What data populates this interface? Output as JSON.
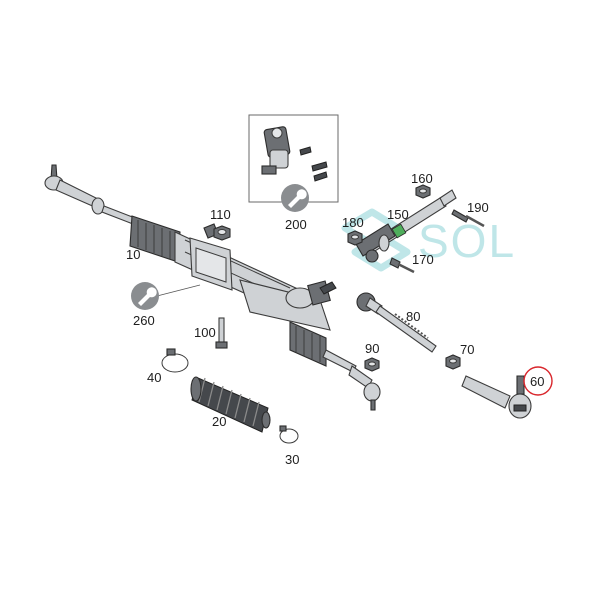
{
  "diagram": {
    "watermark": "SOL",
    "callout_labels": {
      "l10": "10",
      "l20": "20",
      "l30": "30",
      "l40": "40",
      "l60": "60",
      "l70": "70",
      "l80": "80",
      "l90": "90",
      "l100": "100",
      "l110": "110",
      "l150": "150",
      "l160": "160",
      "l170": "170",
      "l180": "180",
      "l190": "190",
      "l200": "200",
      "l260": "260"
    },
    "colors": {
      "highlight_circle": "#d9262c",
      "watermark_teal": "#bfe6e8",
      "wrench_badge": "#8a8d90"
    },
    "icons": [
      "wrench-icon",
      "wrench-icon"
    ]
  }
}
